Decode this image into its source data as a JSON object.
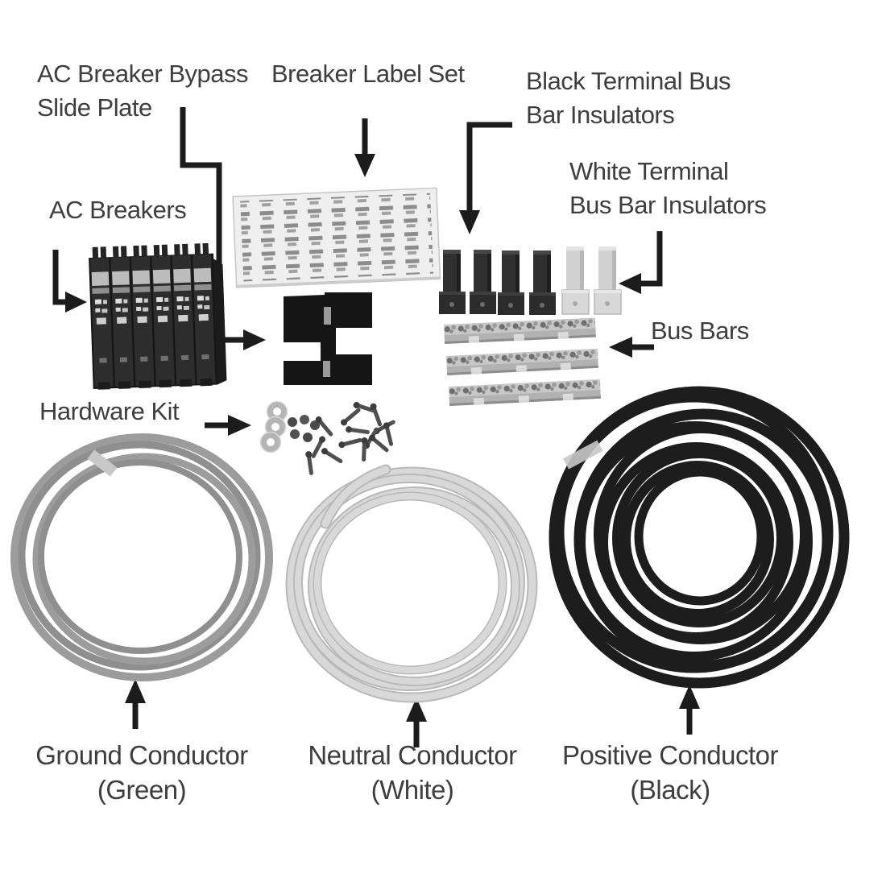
{
  "colors": {
    "bg": "#ffffff",
    "text": "#3e3e3e",
    "line": "#1c1c1c",
    "wire_gray": "#9c9c9c",
    "wire_white": "#d8d8d8",
    "wire_black": "#1d1d1d"
  },
  "callouts": {
    "slide_plate": {
      "line1": "AC Breaker Bypass",
      "line2": "Slide Plate"
    },
    "breaker_label_set": {
      "line1": "Breaker Label Set"
    },
    "black_insulators": {
      "line1": "Black Terminal Bus",
      "line2": "Bar Insulators"
    },
    "white_insulators": {
      "line1": "White Terminal",
      "line2": "Bus Bar Insulators"
    },
    "ac_breakers": {
      "line1": "AC Breakers"
    },
    "hardware_kit": {
      "line1": "Hardware Kit"
    },
    "bus_bars": {
      "line1": "Bus Bars"
    },
    "ground_conductor": {
      "line1": "Ground Conductor",
      "line2": "(Green)"
    },
    "neutral_conductor": {
      "line1": "Neutral Conductor",
      "line2": "(White)"
    },
    "positive_conductor": {
      "line1": "Positive Conductor",
      "line2": "(Black)"
    }
  }
}
